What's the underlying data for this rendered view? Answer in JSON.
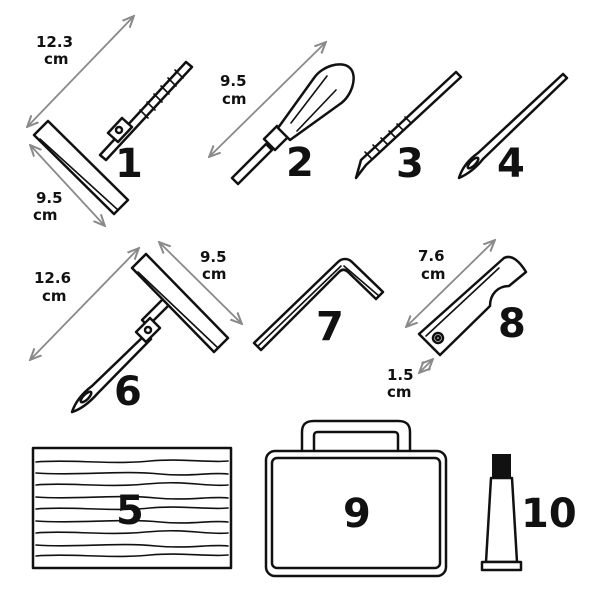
{
  "items": [
    {
      "number": "1",
      "name": "reamer tool",
      "dims": [
        {
          "value": "12.3",
          "unit": "cm"
        },
        {
          "value": "9.5",
          "unit": "cm"
        }
      ]
    },
    {
      "number": "2",
      "name": "insert tool",
      "dims": [
        {
          "value": "9.5",
          "unit": "cm"
        }
      ]
    },
    {
      "number": "3",
      "name": "spare spiral probe"
    },
    {
      "number": "4",
      "name": "spare needle"
    },
    {
      "number": "5",
      "name": "repair strings"
    },
    {
      "number": "6",
      "name": "needle tool",
      "dims": [
        {
          "value": "12.6",
          "unit": "cm"
        },
        {
          "value": "9.5",
          "unit": "cm"
        }
      ]
    },
    {
      "number": "7",
      "name": "hex key"
    },
    {
      "number": "8",
      "name": "blade",
      "dims": [
        {
          "value": "7.6",
          "unit": "cm"
        },
        {
          "value": "1.5",
          "unit": "cm"
        }
      ]
    },
    {
      "number": "9",
      "name": "carry case"
    },
    {
      "number": "10",
      "name": "rubber cement tube"
    }
  ],
  "colors": {
    "ink": "#111111",
    "dimension_arrow": "#8a8a8a",
    "background": "#ffffff"
  }
}
